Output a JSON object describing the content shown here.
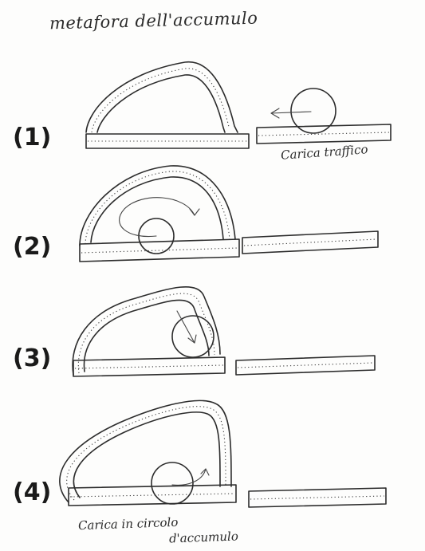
{
  "title": "metafora dell'accumulo",
  "steps": [
    {
      "label": "(1)",
      "caption": "Carica traffico"
    },
    {
      "label": "(2)",
      "caption": ""
    },
    {
      "label": "(3)",
      "caption": ""
    },
    {
      "label": "(4)",
      "caption_line1": "Carica in circolo",
      "caption_line2": "d'accumulo"
    }
  ],
  "icons": [
    "track-loop",
    "ball",
    "arrow"
  ]
}
